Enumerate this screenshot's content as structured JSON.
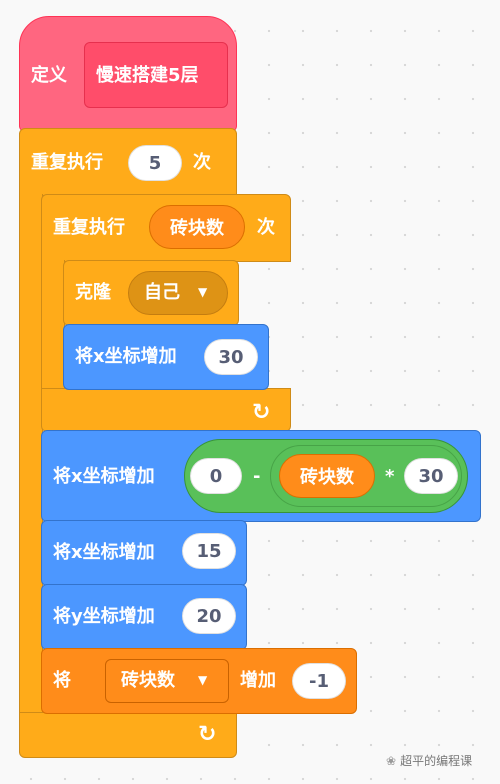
{
  "colors": {
    "define": "#ff6680",
    "custom_block": "#ff4d6a",
    "control": "#ffab19",
    "motion": "#4c97ff",
    "variables": "#ff8c1a",
    "operators": "#59c059"
  },
  "define_block": {
    "label": "定义",
    "custom_name": "慢速搭建5层"
  },
  "outer_repeat": {
    "label": "重复执行",
    "count": "5",
    "suffix": "次",
    "loop_icon": "loop-arrow-icon"
  },
  "inner_repeat": {
    "label": "重复执行",
    "count_var": "砖块数",
    "suffix": "次",
    "loop_icon": "loop-arrow-icon"
  },
  "clone_block": {
    "label": "克隆",
    "target": "自己"
  },
  "move_x_1": {
    "label": "将x坐标增加",
    "value": "30"
  },
  "move_x_expr": {
    "label": "将x坐标增加",
    "left": "0",
    "minus": "-",
    "var": "砖块数",
    "times": "*",
    "right": "30"
  },
  "move_x_2": {
    "label": "将x坐标增加",
    "value": "15"
  },
  "move_y": {
    "label": "将y坐标增加",
    "value": "20"
  },
  "change_var": {
    "prefix": "将",
    "var": "砖块数",
    "suffix": "增加",
    "value": "-1"
  },
  "watermark": "超平的编程课"
}
